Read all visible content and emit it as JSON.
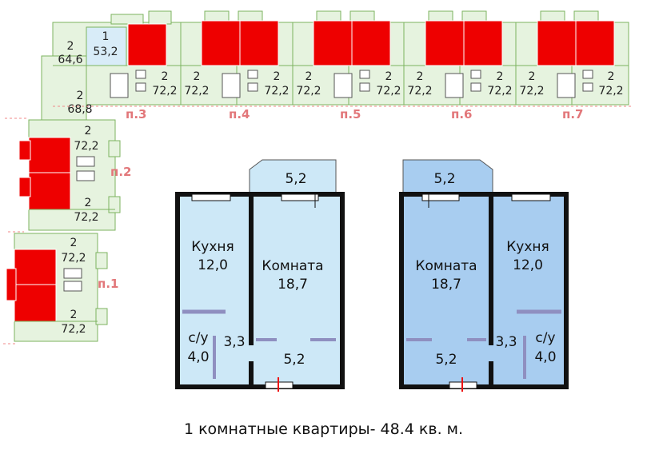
{
  "building_plan": {
    "sections": [
      "п.1",
      "п.2",
      "п.3",
      "п.4",
      "п.5",
      "п.6",
      "п.7"
    ],
    "top_row_units": [
      {
        "rooms": "2",
        "area": "64,6"
      },
      {
        "rooms": "1",
        "area": "53,2"
      },
      {
        "rooms": "2",
        "area": "68,8"
      },
      {
        "rooms": "2",
        "area": "72,2"
      },
      {
        "rooms": "2",
        "area": "72,2"
      },
      {
        "rooms": "2",
        "area": "72,2"
      },
      {
        "rooms": "2",
        "area": "72,2"
      },
      {
        "rooms": "2",
        "area": "72,2"
      },
      {
        "rooms": "2",
        "area": "72,2"
      },
      {
        "rooms": "2",
        "area": "72,2"
      },
      {
        "rooms": "2",
        "area": "72,2"
      },
      {
        "rooms": "2",
        "area": "72,2"
      }
    ],
    "left_units": [
      {
        "rooms": "2",
        "area": "72,2"
      },
      {
        "rooms": "2",
        "area": "72,2"
      },
      {
        "rooms": "2",
        "area": "72,2"
      },
      {
        "rooms": "2",
        "area": "72,2"
      }
    ]
  },
  "plan_left": {
    "balcony": "5,2",
    "kitchen_label": "Кухня",
    "kitchen_area": "12,0",
    "room_label": "Комната",
    "room_area": "18,7",
    "bath_label": "с/у",
    "bath_area": "4,0",
    "corridor_area": "3,3",
    "hall_area": "5,2"
  },
  "plan_right": {
    "balcony": "5,2",
    "kitchen_label": "Кухня",
    "kitchen_area": "12,0",
    "room_label": "Комната",
    "room_area": "18,7",
    "bath_label": "с/у",
    "bath_area": "4,0",
    "corridor_area": "3,3",
    "hall_area": "5,2"
  },
  "caption": "1 комнатные квартиры- 48.4 кв. м.",
  "colors": {
    "highlight": "#ee0000",
    "unit_fill": "#e6f3df",
    "unit_border": "#7cb35f",
    "plan_left_fill": "#cde8f7",
    "plan_right_fill": "#a8cdf0",
    "section_label": "#e2777a"
  }
}
